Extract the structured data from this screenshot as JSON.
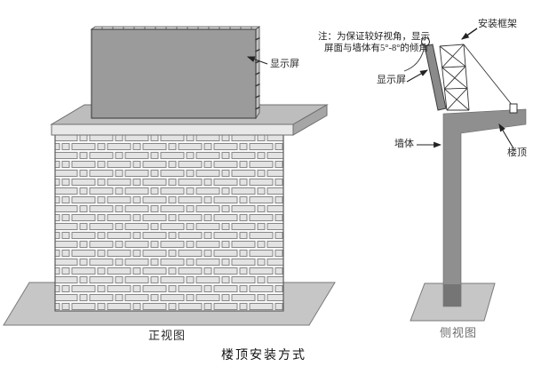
{
  "diagram": {
    "title": "楼顶安装方式",
    "front_view": {
      "caption": "正视图",
      "labels": {
        "screen": "显示屏"
      }
    },
    "side_view": {
      "caption": "侧视图",
      "note": {
        "line1": "注：为保证较好视角，显示",
        "line2": "屏面与墙体有5°-8°的倾角",
        "tilt_angle": "5°-8°"
      },
      "labels": {
        "frame": "安装框架",
        "screen": "显示屏",
        "wall": "墙体",
        "roof": "楼顶"
      }
    },
    "colors": {
      "screen_gray": "#9b9b9b",
      "panel_dark_gray": "#8a8a8a",
      "structure_gray": "#8f8f8f",
      "slab_gray": "#bdbdbd",
      "base_gray": "#c6c6c6",
      "brick_fill": "#e3e3e3",
      "line_dark": "#222222"
    }
  }
}
